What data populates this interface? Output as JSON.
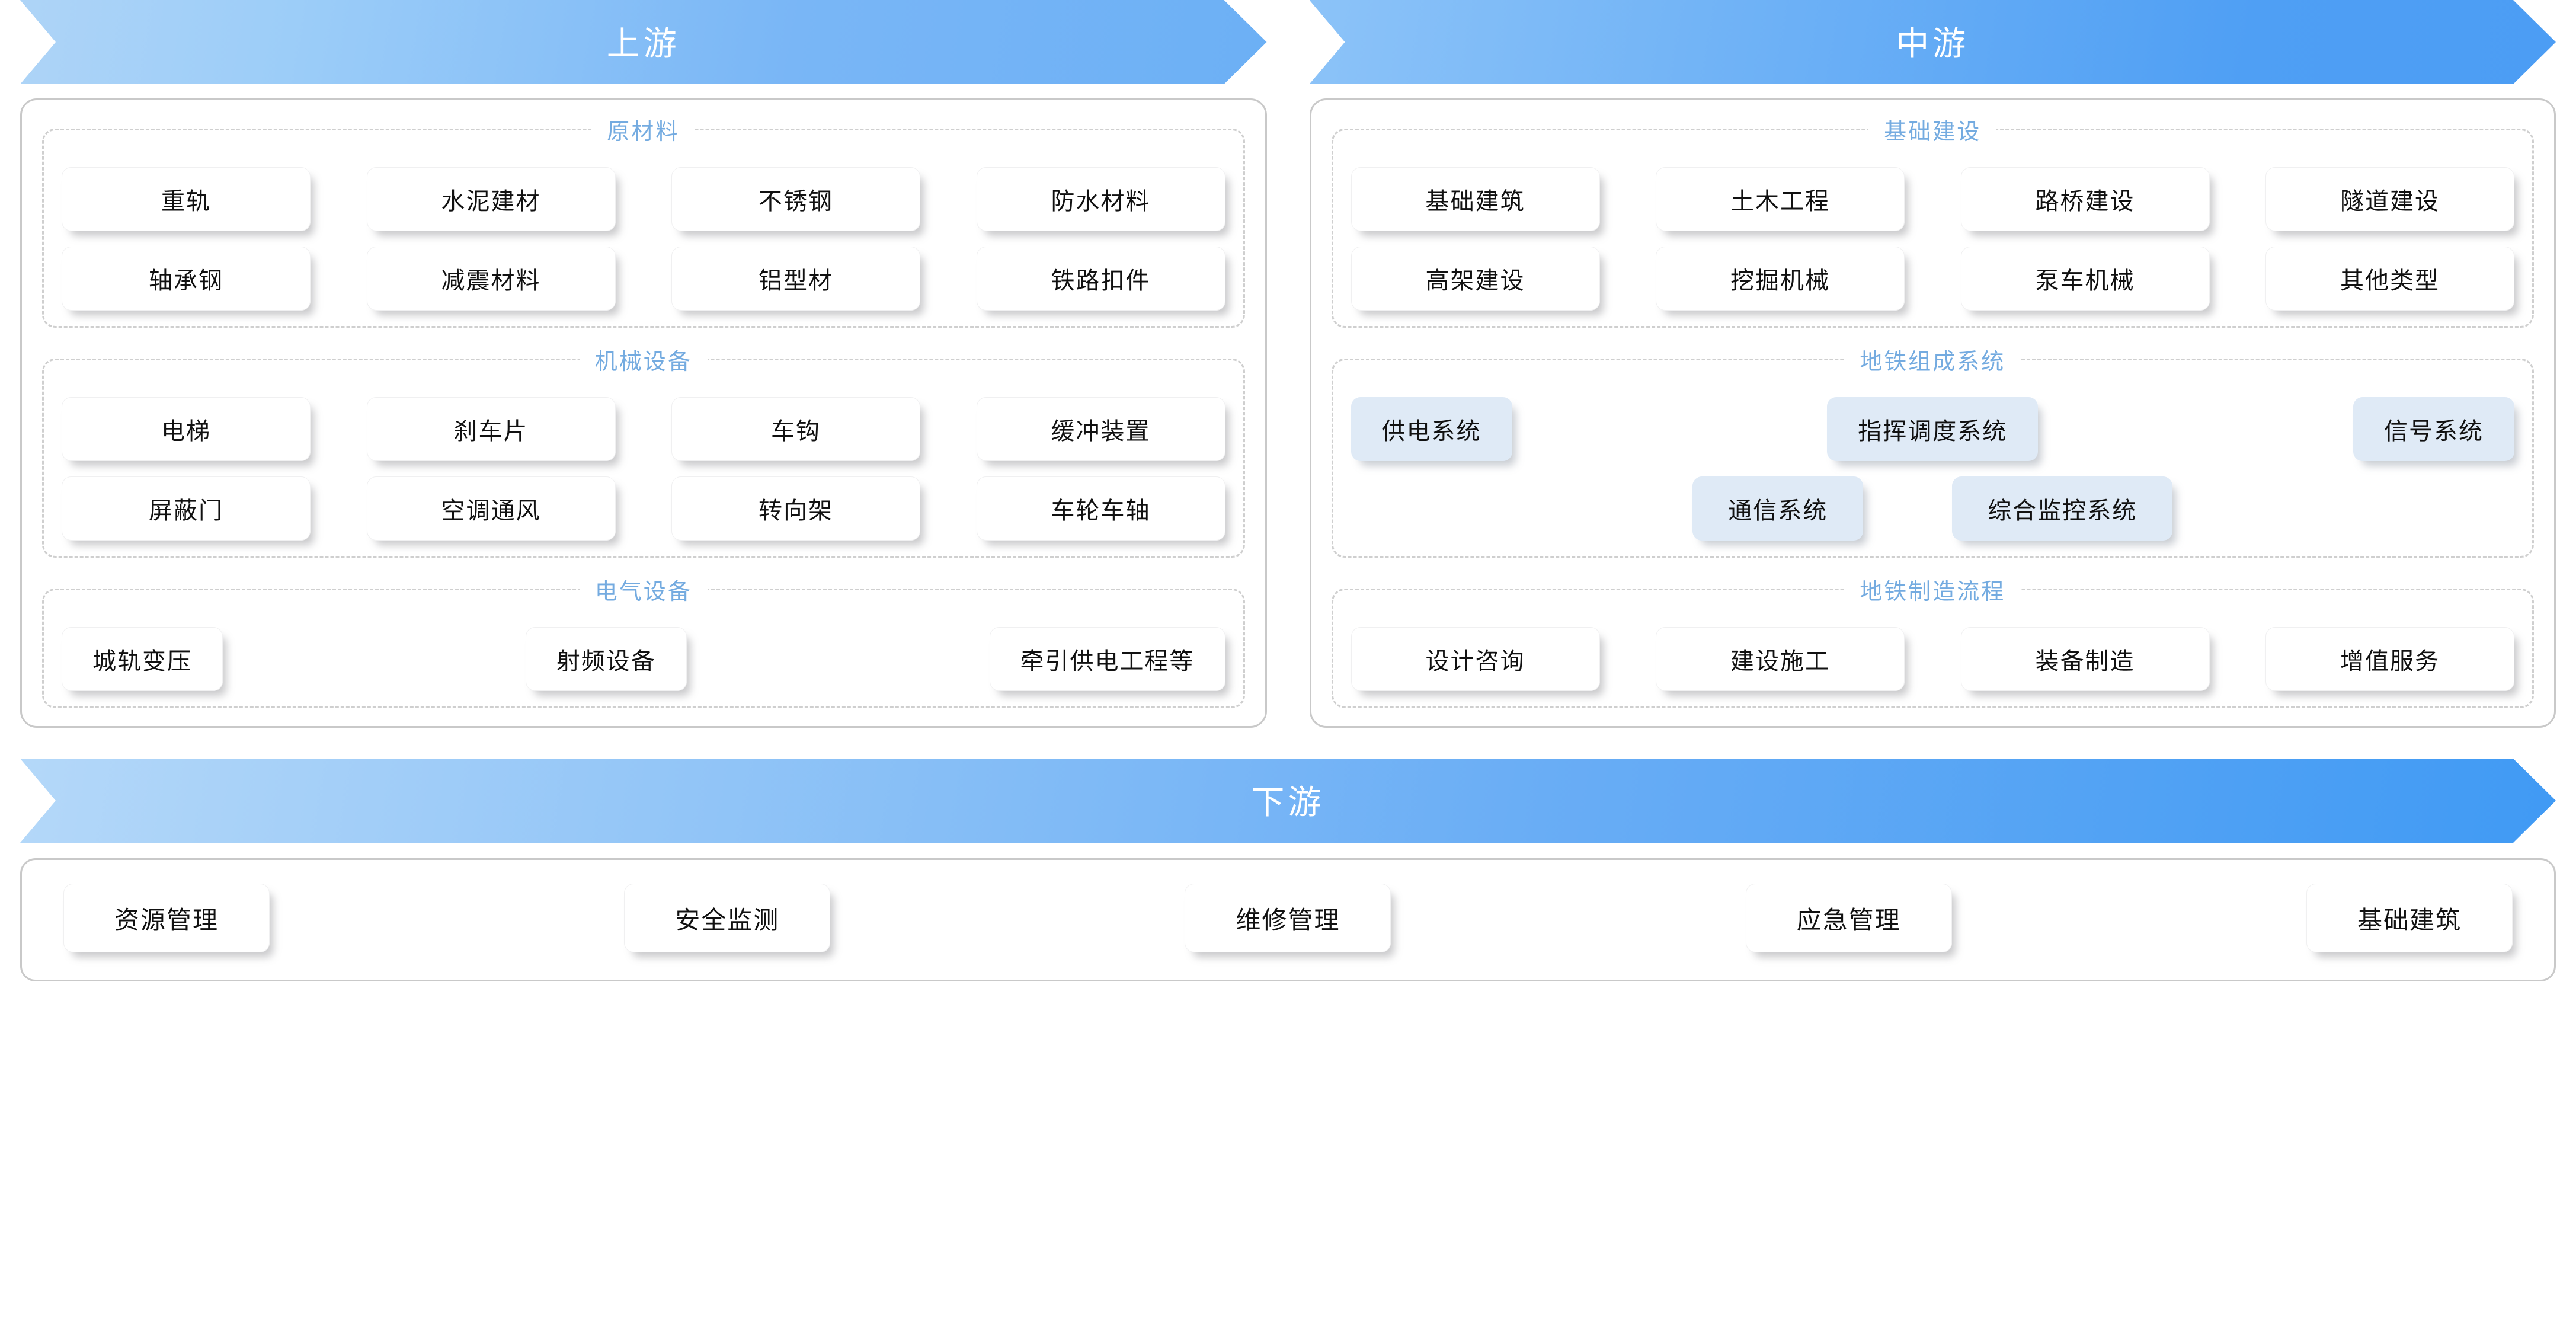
{
  "diagram": {
    "type": "industry-chain",
    "title_colors": {
      "legend_blue": "#74abe0",
      "banner_light": "#aed4f7",
      "banner_mid": "#4f9ff4",
      "tile_blue": "#dfeaf6",
      "tile_white": "#ffffff",
      "card_border": "#c9c9c9"
    }
  },
  "upstream": {
    "banner_label": "上游",
    "groups": [
      {
        "legend": "原材料",
        "rows": [
          [
            "重轨",
            "水泥建材",
            "不锈钢",
            "防水材料"
          ],
          [
            "轴承钢",
            "减震材料",
            "铝型材",
            "铁路扣件"
          ]
        ]
      },
      {
        "legend": "机械设备",
        "rows": [
          [
            "电梯",
            "刹车片",
            "车钩",
            "缓冲装置"
          ],
          [
            "屏蔽门",
            "空调通风",
            "转向架",
            "车轮车轴"
          ]
        ]
      },
      {
        "legend": "电气设备",
        "rows": [
          [
            "城轨变压",
            "射频设备",
            "牵引供电工程等"
          ]
        ]
      }
    ]
  },
  "midstream": {
    "banner_label": "中游",
    "groups": [
      {
        "legend": "基础建设",
        "rows": [
          [
            "基础建筑",
            "土木工程",
            "路桥建设",
            "隧道建设"
          ],
          [
            "高架建设",
            "挖掘机械",
            "泵车机械",
            "其他类型"
          ]
        ]
      },
      {
        "legend": "地铁组成系统",
        "rows": [
          [
            "供电系统",
            "指挥调度系统",
            "信号系统"
          ],
          [
            "通信系统",
            "综合监控系统"
          ]
        ]
      },
      {
        "legend": "地铁制造流程",
        "rows": [
          [
            "设计咨询",
            "建设施工",
            "装备制造",
            "增值服务"
          ]
        ]
      }
    ]
  },
  "downstream": {
    "banner_label": "下游",
    "items": [
      "资源管理",
      "安全监测",
      "维修管理",
      "应急管理",
      "基础建筑"
    ]
  }
}
